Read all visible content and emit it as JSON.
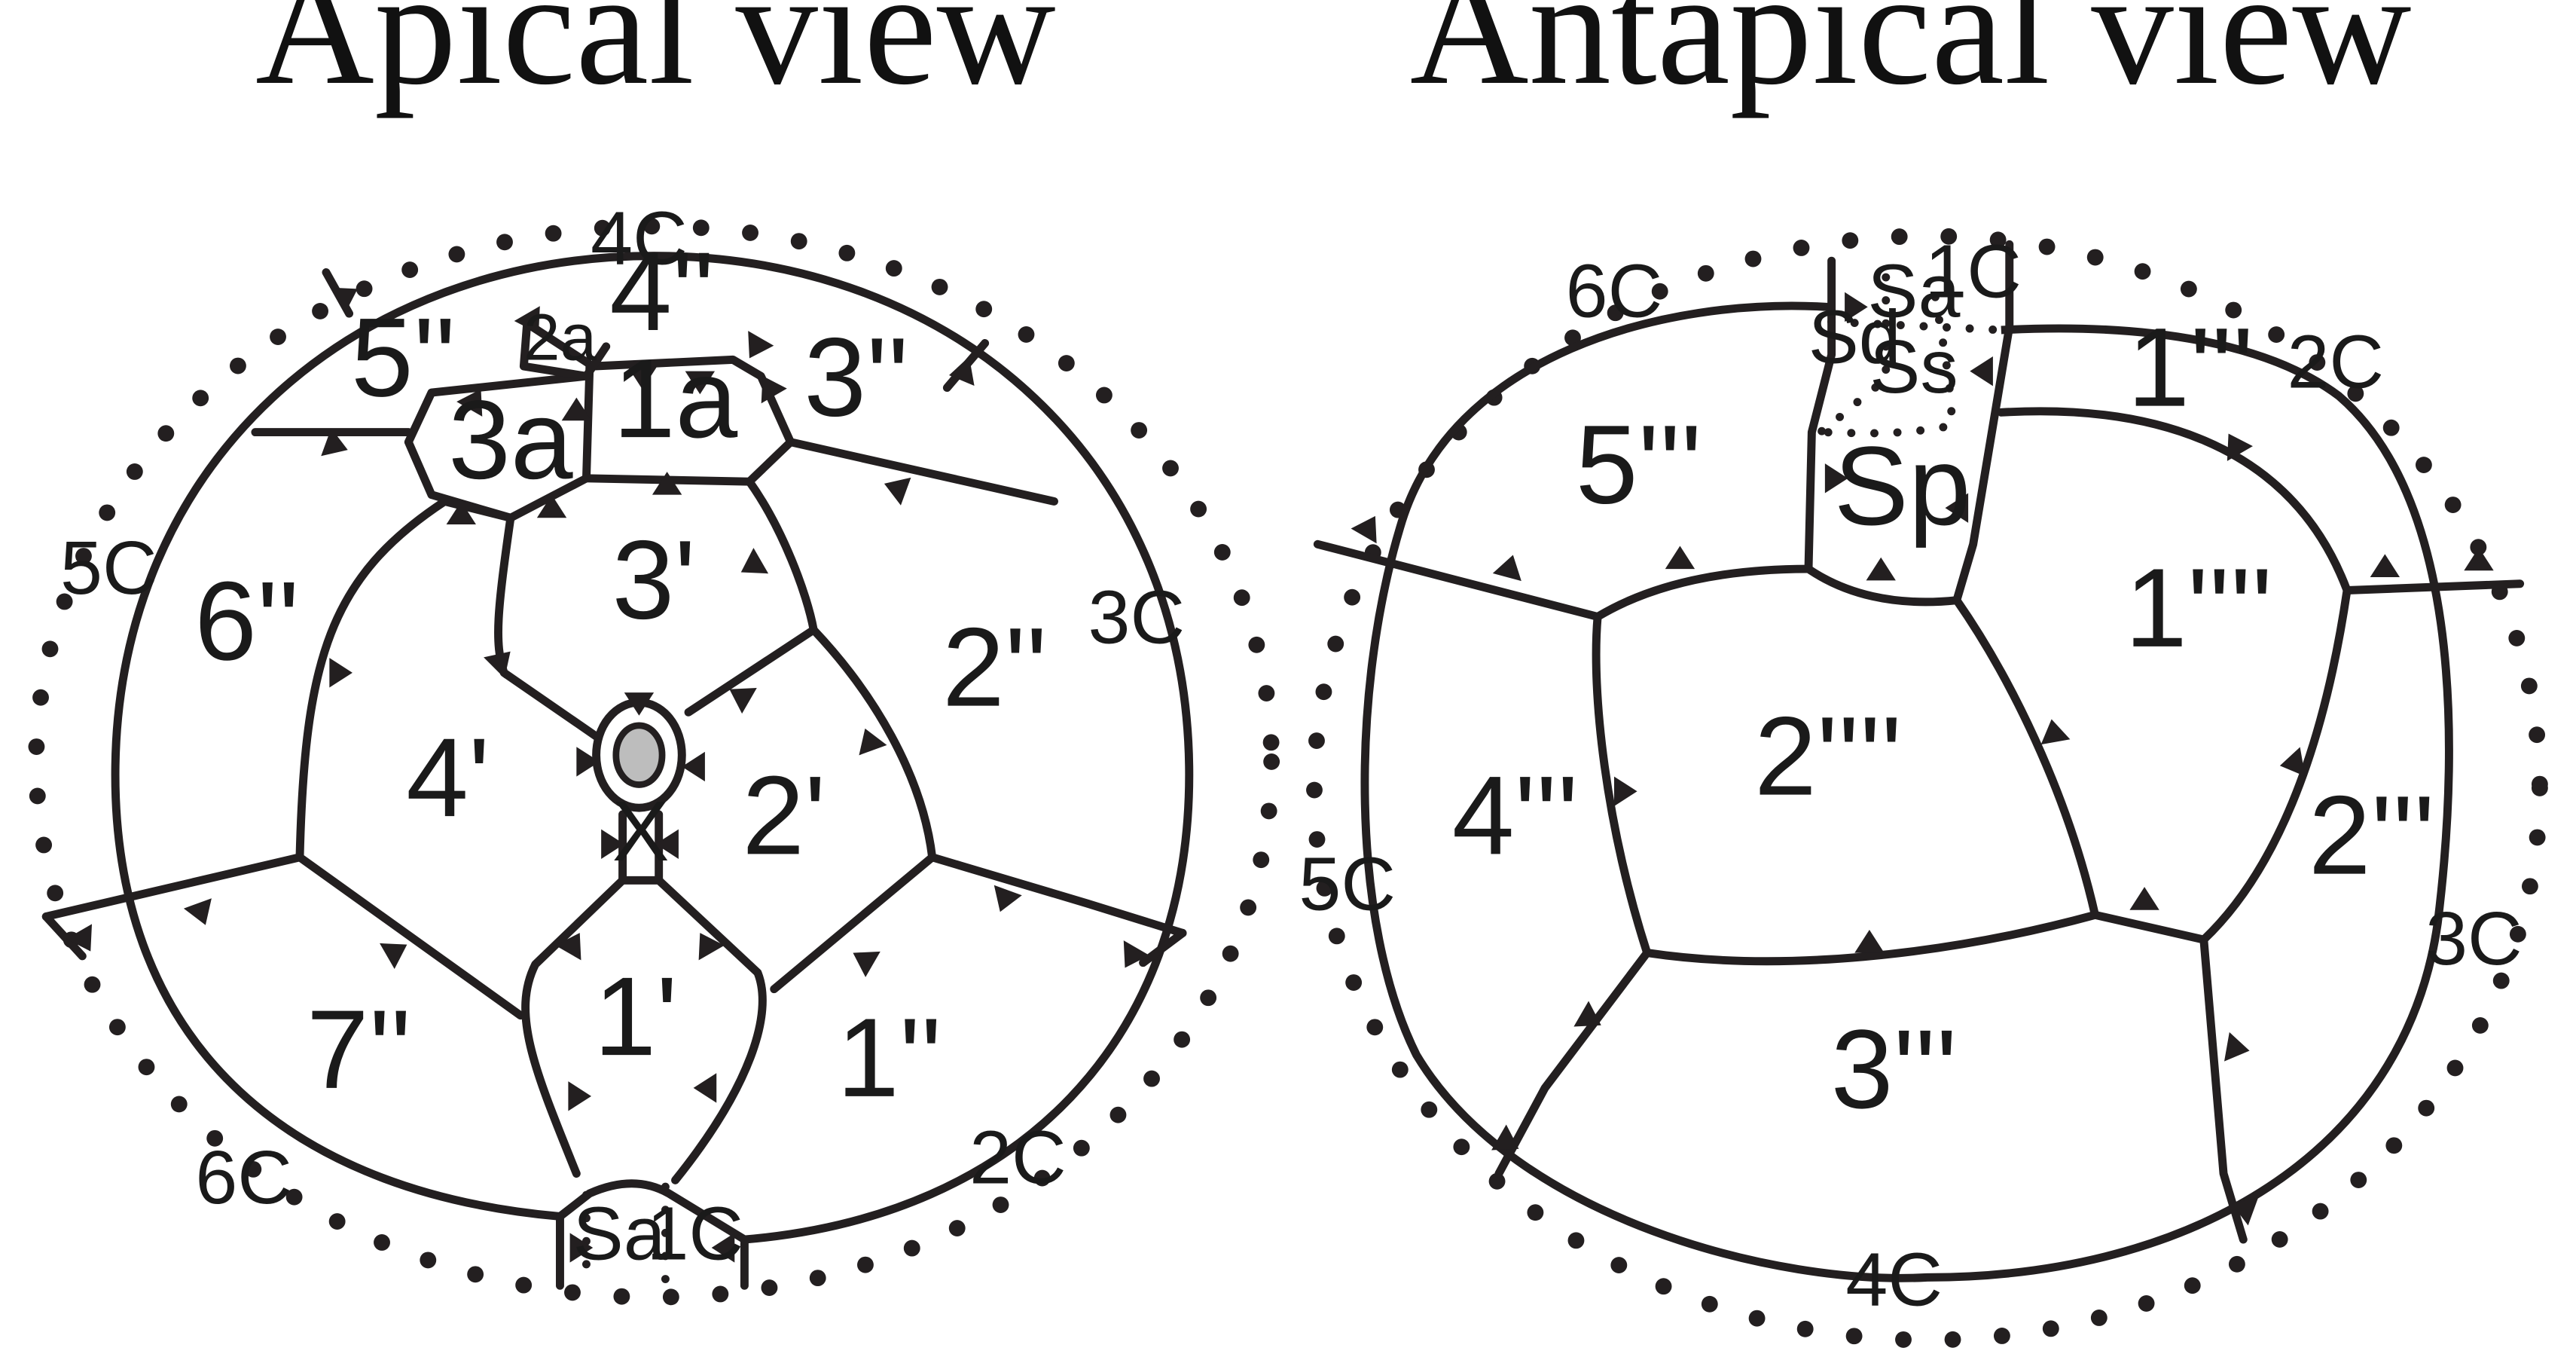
{
  "titles": {
    "apical": "Apical view",
    "antapical": "Antapical view"
  },
  "apical": {
    "plates": {
      "p1pp": "1''",
      "p2pp": "2''",
      "p3pp": "3''",
      "p4pp": "4''",
      "p5pp": "5''",
      "p6pp": "6''",
      "p7pp": "7''",
      "p1p": "1'",
      "p2p": "2'",
      "p3p": "3'",
      "p4p": "4'",
      "p1a": "1a",
      "p2a": "2a",
      "p3a": "3a",
      "x": "X"
    },
    "cingulum": {
      "c1": "1C",
      "c2": "2C",
      "c3": "3C",
      "c4": "4C",
      "c5": "5C",
      "c6": "6C"
    },
    "sulcal": {
      "sa": "Sa"
    }
  },
  "antapical": {
    "plates": {
      "p1ppp": "1'''",
      "p2ppp": "2'''",
      "p3ppp": "3'''",
      "p4ppp": "4'''",
      "p5ppp": "5'''",
      "p1pppp": "1''''",
      "p2pppp": "2''''",
      "sp": "Sp"
    },
    "cingulum": {
      "c1": "1C",
      "c2": "2C",
      "c3": "3C",
      "c4": "4C",
      "c5": "5C",
      "c6": "6C"
    },
    "sulcal": {
      "sa": "Sa",
      "sd": "Sd",
      "ss": "Ss"
    }
  },
  "colors": {
    "line": "#231f20",
    "apical_pore": "#bdbdbd",
    "background": "#ffffff"
  }
}
